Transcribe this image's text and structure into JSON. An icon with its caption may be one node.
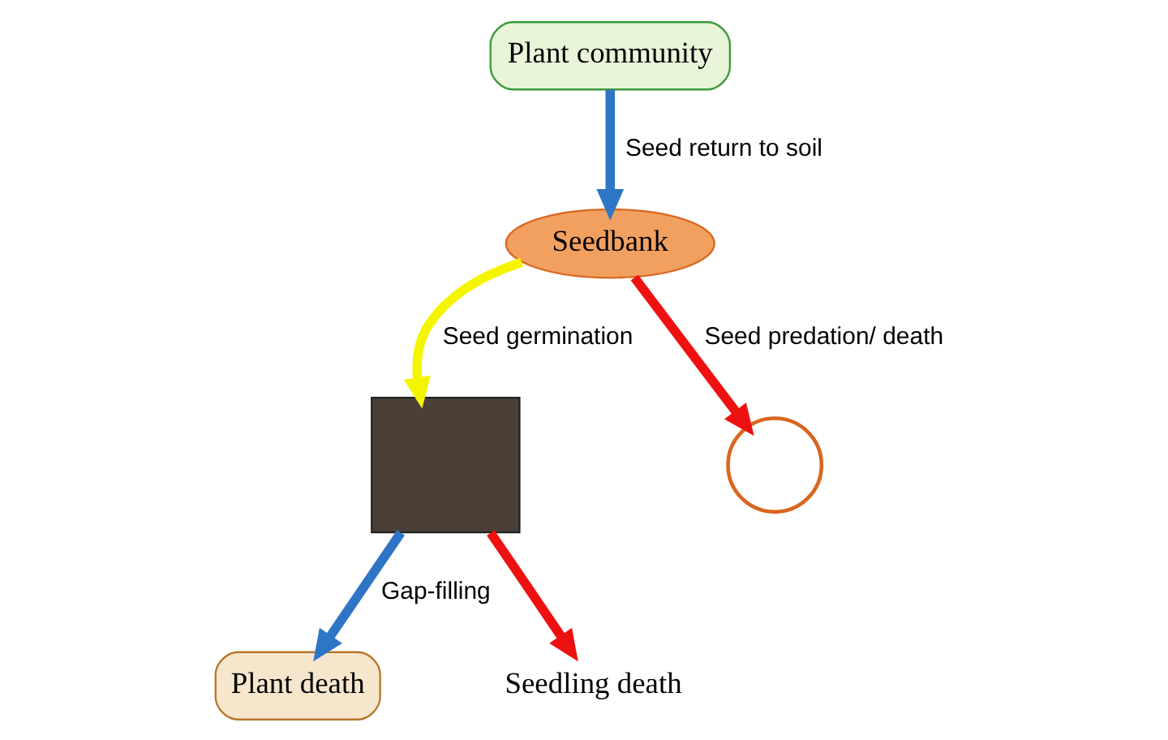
{
  "diagram": {
    "nodes": [
      {
        "text": [
          "Plant community"
        ]
      },
      {
        "text": [
          "Plant death"
        ]
      },
      {
        "text": [],
        "shape": "box"
      },
      {
        "text": [
          "Seedling death"
        ]
      },
      {
        "text": [
          "Seedbank"
        ]
      },
      {
        "text": [],
        "shape": "circle"
      }
    ],
    "edges": [
      {
        "from": 2,
        "to": 1,
        "arrow": "to",
        "label": "Gap-filling",
        "color": "#2e75c6"
      },
      {
        "from": 2,
        "to": 3,
        "arrow": "to",
        "color": "#ee1111"
      },
      {
        "from": 0,
        "to": 4,
        "arrow": "to",
        "label": "Seed return to soil",
        "color": "#2e75c6"
      },
      {
        "from": 4,
        "to": 2,
        "arrow": "to",
        "label": "Seed germination",
        "color": "#f5f500"
      },
      {
        "from": 4,
        "to": 5,
        "arrow": "to",
        "label": "Seed predation/ death",
        "color": "#ee1111"
      }
    ]
  }
}
